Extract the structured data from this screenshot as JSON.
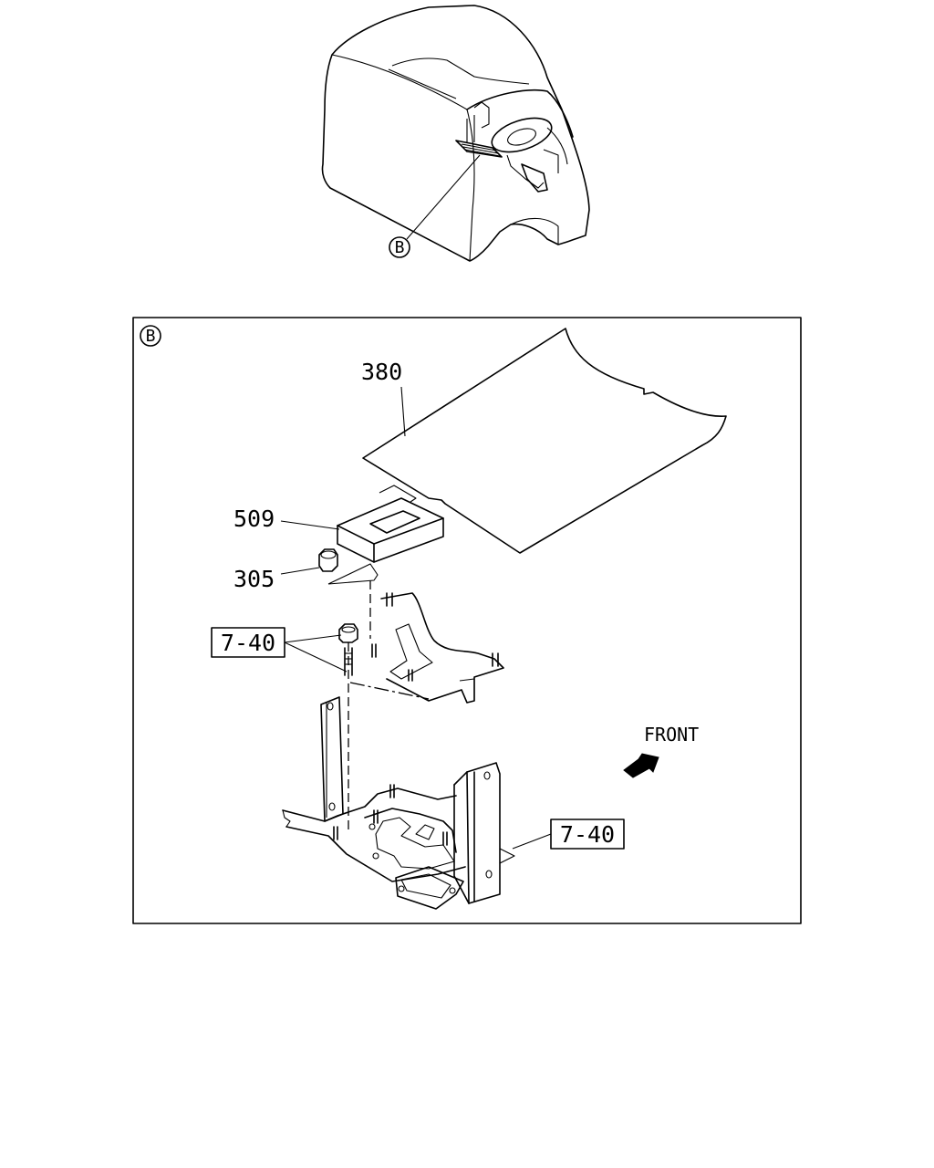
{
  "overview": {
    "view_marker": "B"
  },
  "detail": {
    "view_marker": "B",
    "parts": [
      {
        "number": "380"
      },
      {
        "number": "509"
      },
      {
        "number": "305"
      }
    ],
    "references": [
      {
        "label": "7-40"
      },
      {
        "label": "7-40"
      }
    ],
    "direction_label": "FRONT"
  }
}
